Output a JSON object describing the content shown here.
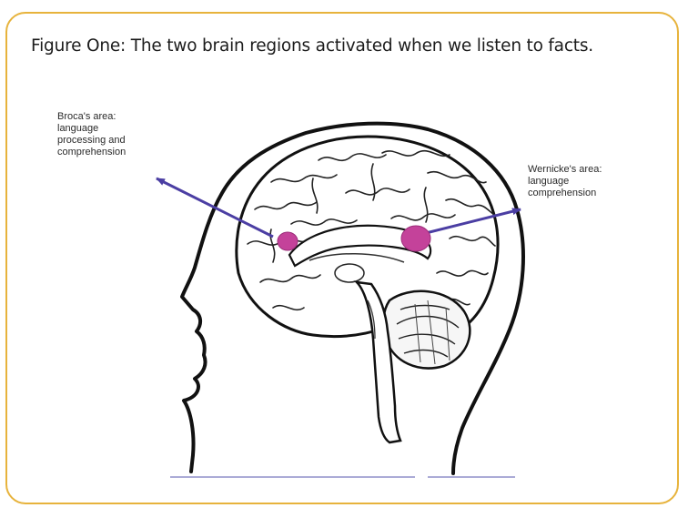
{
  "figure": {
    "caption": "Figure One: The two brain regions activated when we listen to facts.",
    "labels": {
      "broca": [
        "Broca's area:",
        "language",
        "processing and",
        "comprehension"
      ],
      "wernicke": [
        "Wernicke's area:",
        "language",
        "comprehension"
      ]
    },
    "colors": {
      "frame": "#e7b33c",
      "arrow": "#4b3ea3",
      "region": "#c4429a",
      "underline": "#8f8fc9"
    }
  }
}
